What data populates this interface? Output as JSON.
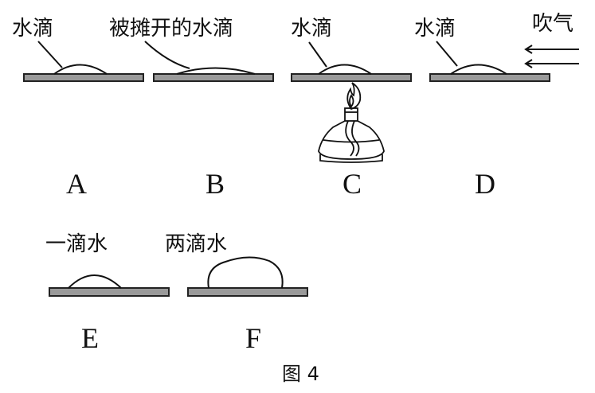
{
  "panels": {
    "A": {
      "letter": "A",
      "label": "水滴"
    },
    "B": {
      "letter": "B",
      "label": "被摊开的水滴"
    },
    "C": {
      "letter": "C",
      "label": "水滴"
    },
    "D": {
      "letter": "D",
      "label": "水滴",
      "air_label": "吹气"
    },
    "E": {
      "letter": "E",
      "label": "一滴水"
    },
    "F": {
      "letter": "F",
      "label": "两滴水"
    }
  },
  "caption": "图 4"
}
